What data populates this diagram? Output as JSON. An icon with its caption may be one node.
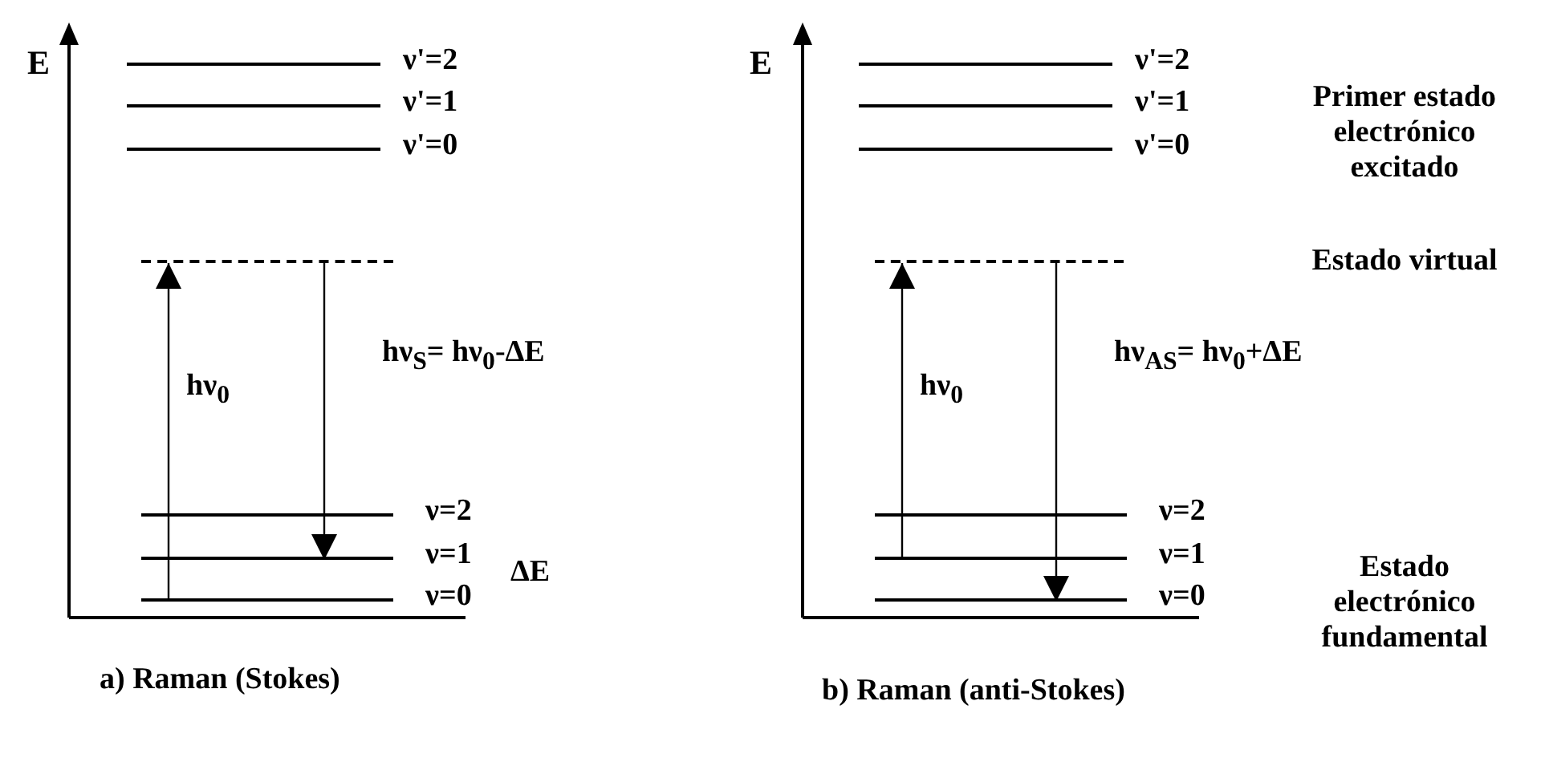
{
  "diagram": {
    "nodes": [
      {
        "text": [],
        "shape": "bar",
        "beside": [
          "ν'=2"
        ]
      },
      {
        "text": [],
        "shape": "bar",
        "beside": [
          "ν'=1"
        ]
      },
      {
        "text": [],
        "shape": "bar",
        "beside": [
          "ν'=0"
        ]
      },
      {
        "text": [],
        "shape": "bar"
      },
      {
        "text": [],
        "shape": "bar",
        "beside": [
          "ν=2"
        ]
      },
      {
        "text": [],
        "shape": "bar",
        "beside": [
          "ν=1"
        ]
      },
      {
        "text": [],
        "shape": "bar",
        "beside": [
          "ν=0"
        ]
      },
      {
        "text": [],
        "shape": "bar",
        "beside": [
          "ν'=2"
        ]
      },
      {
        "text": [],
        "shape": "bar",
        "beside": [
          "ν'=1"
        ]
      },
      {
        "text": [],
        "shape": "bar",
        "beside": [
          "ν'=0"
        ]
      },
      {
        "text": [],
        "shape": "bar"
      },
      {
        "text": [],
        "shape": "bar",
        "beside": [
          "ν=2"
        ]
      },
      {
        "text": [],
        "shape": "bar",
        "beside": [
          "ν=1"
        ]
      },
      {
        "text": [],
        "shape": "bar",
        "beside": [
          "ν=0"
        ]
      }
    ],
    "edges": [
      {
        "from": 6,
        "to": 3,
        "arrow": "to",
        "label": "hν$_{0}$"
      },
      {
        "from": 3,
        "to": 5,
        "arrow": "to",
        "label": "hν$_{S}$= hν$_{0}$-ΔE"
      },
      {
        "from": 12,
        "to": 10,
        "arrow": "to",
        "label": "hν$_{0}$"
      },
      {
        "from": 10,
        "to": 13,
        "arrow": "to",
        "label": "hν$_{AS}$= hν$_{0}$+ΔE"
      }
    ],
    "labels": [
      "E",
      "ΔE",
      "a) Raman (Stokes)",
      "E",
      "Primer estado electrónico excitado",
      "Estado virtual",
      "Estado electrónico fundamental",
      "b) Raman (anti-Stokes)"
    ]
  }
}
